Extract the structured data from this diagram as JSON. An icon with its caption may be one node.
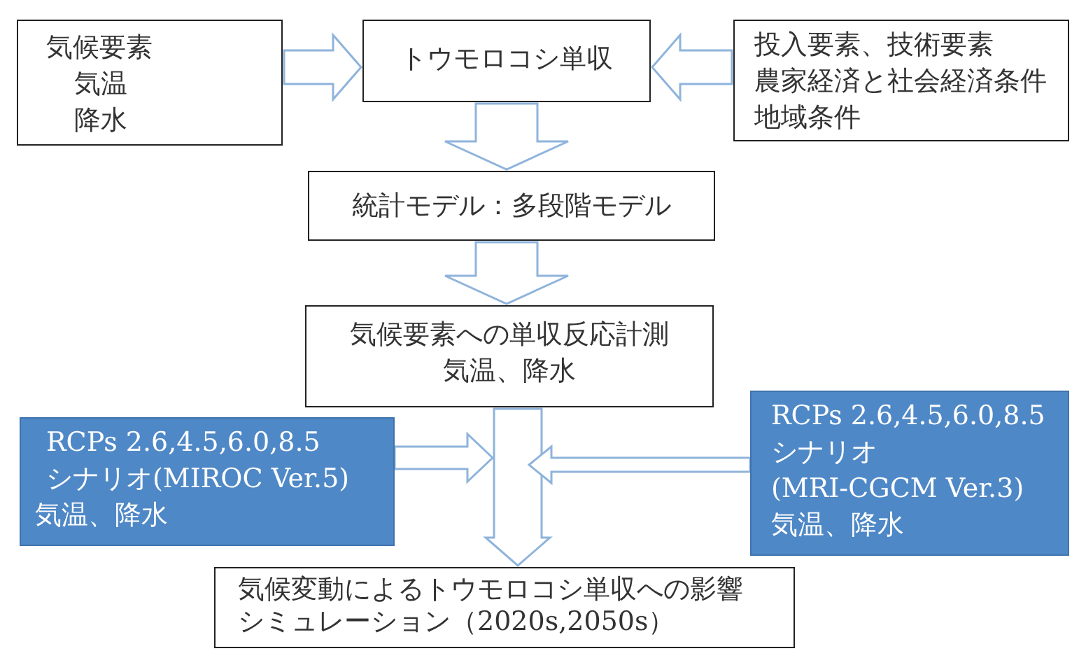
{
  "diagram": {
    "nodes": [
      {
        "text": [
          "気候要素",
          "気温",
          "降水"
        ]
      },
      {
        "text": [
          "トウモロコシ単収"
        ]
      },
      {
        "text": [
          "投入要素、技術要素",
          "農家経済と社会経済条件",
          "地域条件"
        ]
      },
      {
        "text": [
          "統計モデル：多段階モデル"
        ]
      },
      {
        "text": [
          "気候要素への単収反応計測",
          "気温、降水"
        ]
      },
      {
        "text": [
          "RCPs 2.6,4.5,6.0,8.5",
          "シナリオ(MIROC Ver.5)",
          "気温、降水"
        ]
      },
      {
        "text": [
          "RCPs 2.6,4.5,6.0,8.5",
          "シナリオ",
          "(MRI-CGCM Ver.3)",
          "気温、降水"
        ]
      },
      {
        "text": [
          "気候変動によるトウモロコシ単収への影響シミュレーション（2020s,2050s）"
        ]
      }
    ],
    "edges": [
      {
        "from": 0,
        "to": 1,
        "arrow": "to"
      },
      {
        "from": 2,
        "to": 1,
        "arrow": "to"
      },
      {
        "from": 1,
        "to": 3,
        "arrow": "to"
      },
      {
        "from": 3,
        "to": 4,
        "arrow": "to"
      },
      {
        "from": 4,
        "to": 7,
        "arrow": "to"
      },
      {
        "from": 5,
        "to": null,
        "arrow": "to"
      },
      {
        "from": 6,
        "to": null,
        "arrow": "to"
      }
    ]
  }
}
